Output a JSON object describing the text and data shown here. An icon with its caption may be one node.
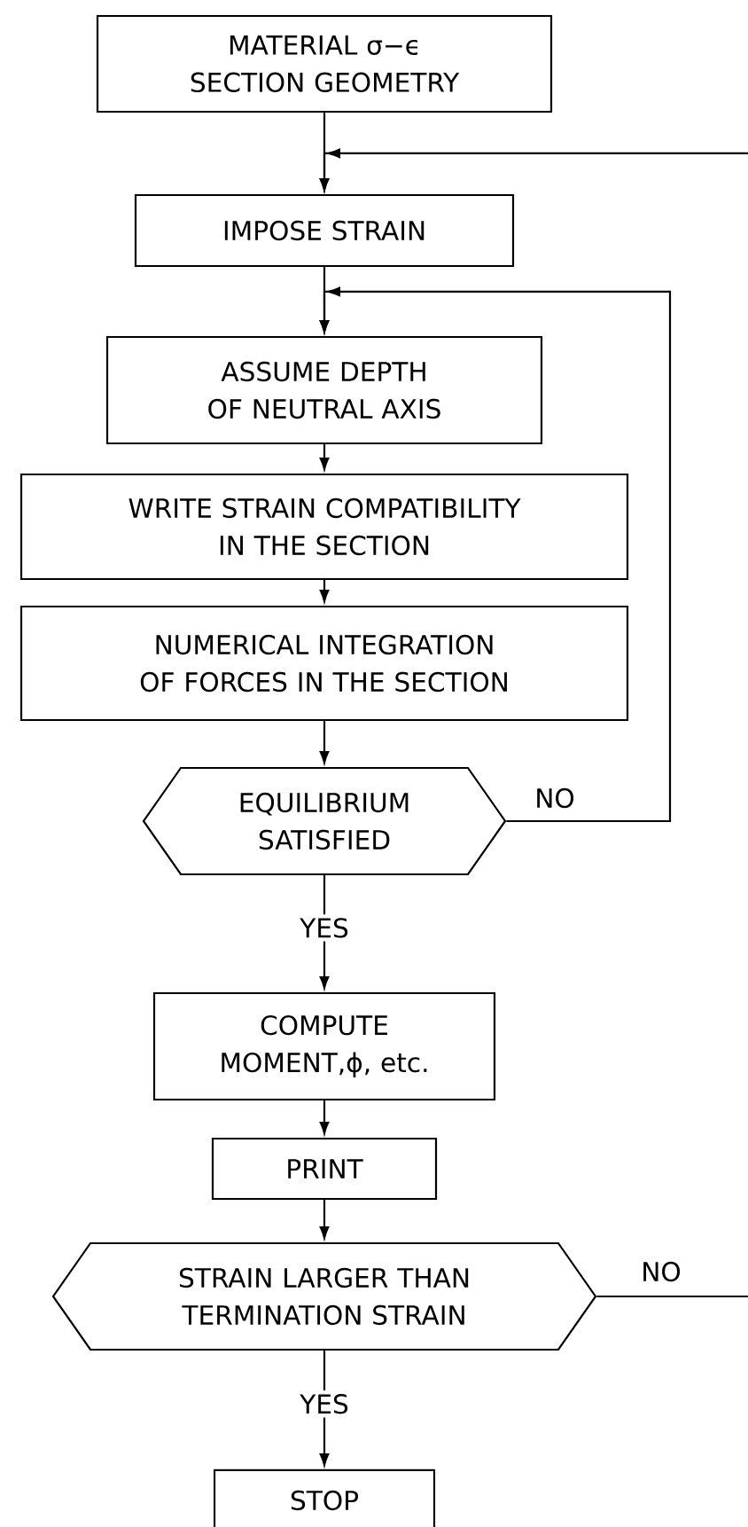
{
  "diagram": {
    "nodes": [
      {
        "text": [
          "MATERIAL σ−ϵ SECTION GEOMETRY"
        ]
      },
      {
        "text": [
          "IMPOSE STRAIN"
        ]
      },
      {
        "text": [
          "ASSUME DEPTH OF NEUTRAL AXIS"
        ]
      },
      {
        "text": [
          "WRITE STRAIN COMPATIBILITY IN THE SECTION"
        ]
      },
      {
        "text": [
          "NUMERICAL INTEGRATION OF FORCES IN THE SECTION"
        ]
      },
      {
        "text": [
          "EQUILIBRIUM SATISFIED"
        ]
      },
      {
        "text": [
          "COMPUTE MOMENT,ϕ, etc."
        ]
      },
      {
        "text": [
          "PRINT"
        ]
      },
      {
        "text": [
          "STRAIN LARGER THAN TERMINATION STRAIN"
        ]
      },
      {
        "text": [
          "STOP"
        ]
      }
    ],
    "edges": [
      {
        "from": 0,
        "to": 1,
        "arrow": "to"
      },
      {
        "from": 1,
        "to": 2,
        "arrow": "to"
      },
      {
        "from": 2,
        "to": 3,
        "arrow": "to"
      },
      {
        "from": 3,
        "to": 4,
        "arrow": "to"
      },
      {
        "from": 4,
        "to": 5,
        "arrow": "to"
      },
      {
        "from": 5,
        "to": 2,
        "arrow": "to",
        "label": "NO"
      },
      {
        "from": 5,
        "to": 6,
        "arrow": "to",
        "label": "YES"
      },
      {
        "from": 6,
        "to": 7,
        "arrow": "to"
      },
      {
        "from": 7,
        "to": 8,
        "arrow": "to"
      },
      {
        "from": 8,
        "to": 1,
        "arrow": "to",
        "label": "NO"
      },
      {
        "from": 8,
        "to": 9,
        "arrow": "to",
        "label": "YES"
      }
    ]
  }
}
